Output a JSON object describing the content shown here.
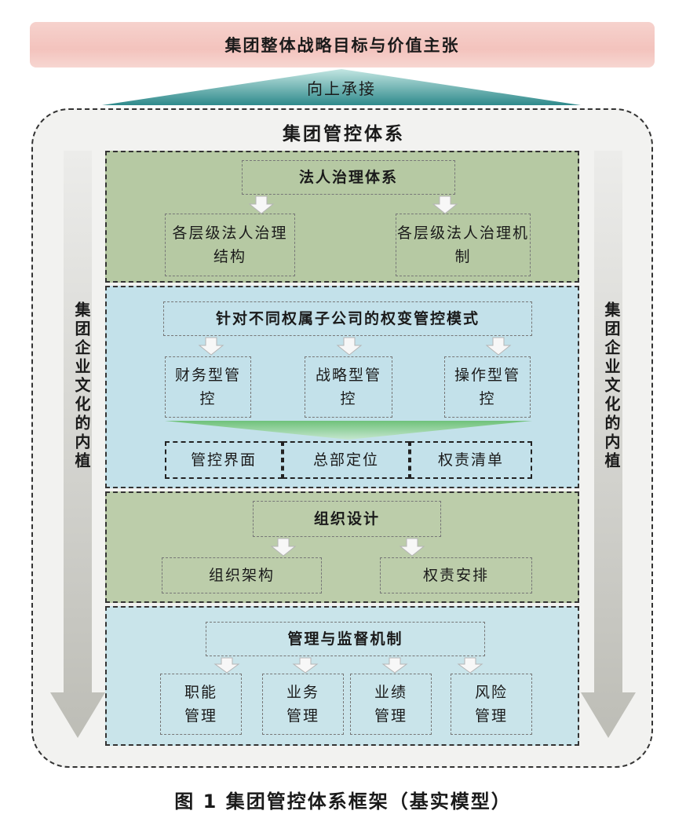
{
  "banner": "集团整体战略目标与价值主张",
  "up_label": "向上承接",
  "frame_title": "集团管控体系",
  "side_label": "集团企业文化的内植",
  "sections": {
    "legal": {
      "head": "法人治理体系",
      "left": "各层级法人治理结构",
      "right": "各层级法人治理机制"
    },
    "control": {
      "head": "针对不同权属子公司的权变管控模式",
      "modes": [
        "财务型管控",
        "战略型管控",
        "操作型管控"
      ],
      "outputs": [
        "管控界面",
        "总部定位",
        "权责清单"
      ]
    },
    "org": {
      "head": "组织设计",
      "left": "组织架构",
      "right": "权责安排"
    },
    "mgmt": {
      "head": "管理与监督机制",
      "items": [
        "职能管理",
        "业务管理",
        "业绩管理",
        "风险管理"
      ]
    }
  },
  "caption": "图 1  集团管控体系框架（基实模型）",
  "colors": {
    "banner": "#f4c6c0",
    "triangle": "#2f8a8c",
    "green_panel": "#b6c9a3",
    "blue_panel": "#c3e1ea",
    "band_green": "#8ecf8e"
  }
}
